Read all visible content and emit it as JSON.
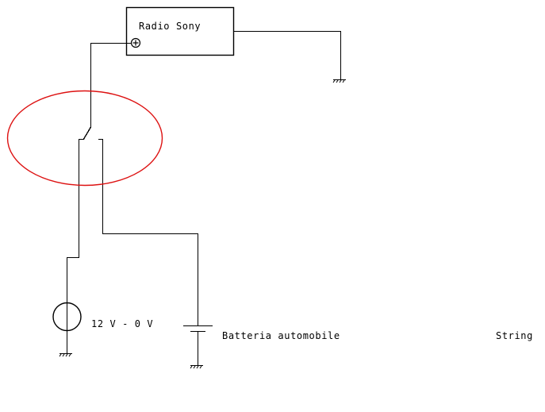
{
  "components": {
    "radio": {
      "label": "Radio Sony"
    },
    "voltage_source": {
      "label": "12 V - 0 V"
    },
    "battery": {
      "label": "Batteria automobile"
    },
    "string_label": "String"
  },
  "colors": {
    "wire": "#000000",
    "highlight": "#dd1111",
    "background": "#ffffff"
  }
}
